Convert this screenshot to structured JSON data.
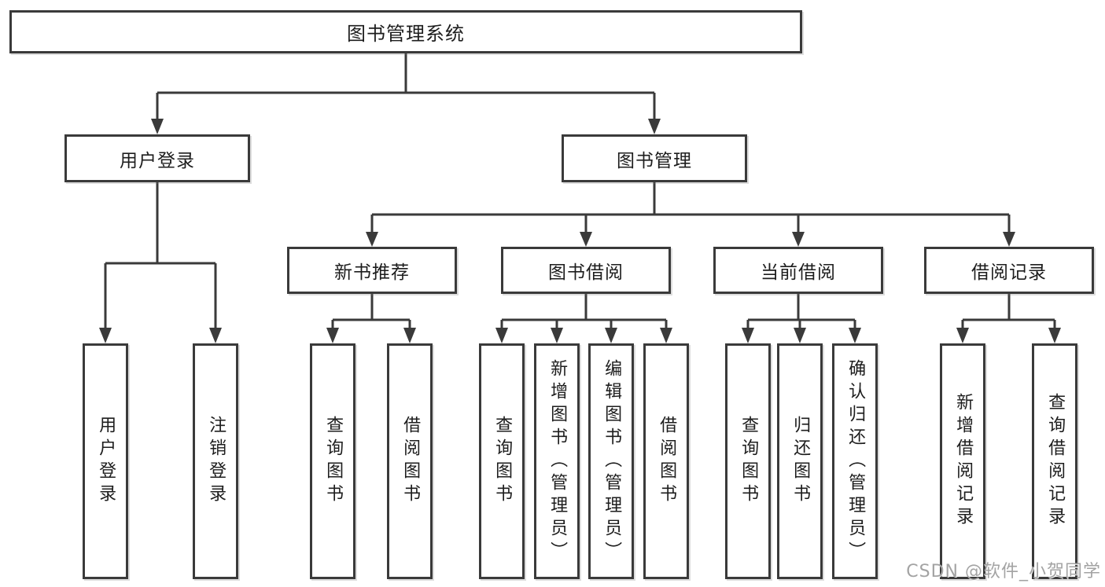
{
  "colors": {
    "line": "#3a3a3a",
    "box_border": "#3a3a3a",
    "text": "#1d1d1d",
    "background": "#ffffff",
    "watermark": "#a3a3a3"
  },
  "tree": {
    "root": {
      "label": "图书管理系统",
      "children": [
        {
          "label": "用户登录",
          "children": [
            {
              "label": "用户登录"
            },
            {
              "label": "注销登录"
            }
          ]
        },
        {
          "label": "图书管理",
          "children": [
            {
              "label": "新书推荐",
              "children": [
                {
                  "label": "查询图书"
                },
                {
                  "label": "借阅图书"
                }
              ]
            },
            {
              "label": "图书借阅",
              "children": [
                {
                  "label": "查询图书"
                },
                {
                  "label": "新增图书（管理员）"
                },
                {
                  "label": "编辑图书（管理员）"
                },
                {
                  "label": "借阅图书"
                }
              ]
            },
            {
              "label": "当前借阅",
              "children": [
                {
                  "label": "查询图书"
                },
                {
                  "label": "归还图书"
                },
                {
                  "label": "确认归还（管理员）"
                }
              ]
            },
            {
              "label": "借阅记录",
              "children": [
                {
                  "label": "新增借阅记录"
                },
                {
                  "label": "查询借阅记录"
                }
              ]
            }
          ]
        }
      ]
    }
  },
  "watermark": {
    "text": "CSDN @软件_小贺同学"
  }
}
